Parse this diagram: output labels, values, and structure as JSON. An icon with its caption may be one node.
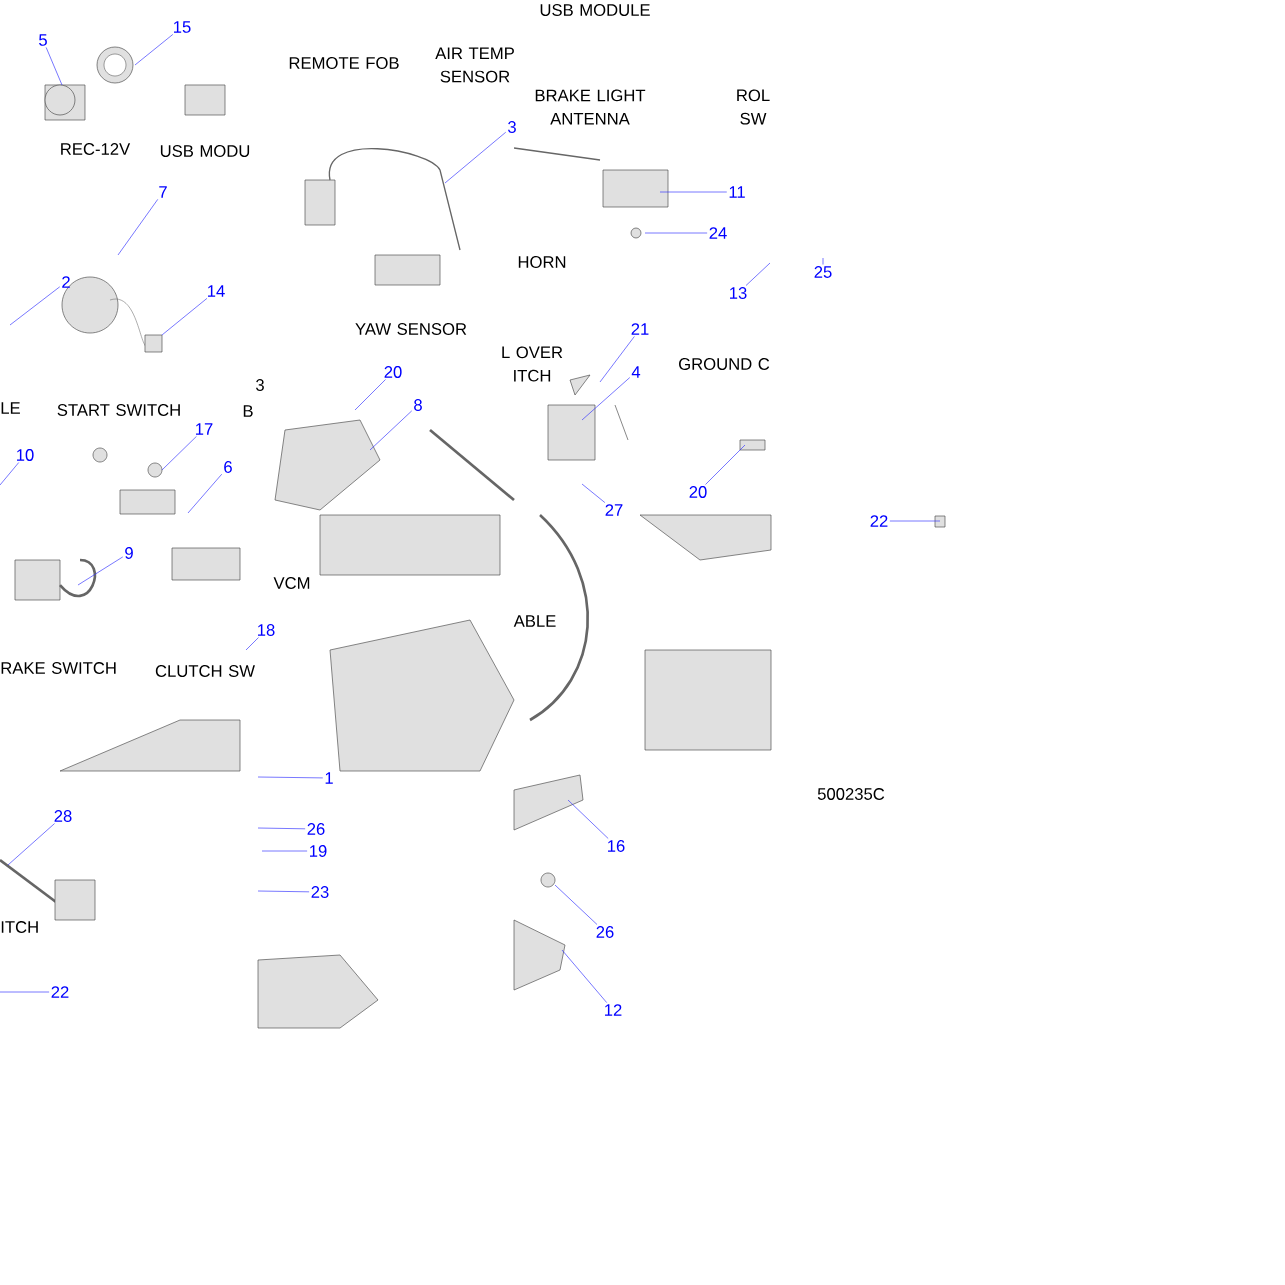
{
  "diagram": {
    "nodes": [
      {
        "text": [
          "5"
        ]
      },
      {
        "text": [
          "15"
        ]
      },
      {
        "text": [
          "3"
        ]
      },
      {
        "text": [
          "7"
        ]
      },
      {
        "text": [
          "11"
        ]
      },
      {
        "text": [
          "24"
        ]
      },
      {
        "text": [
          "13"
        ]
      },
      {
        "text": [
          "25"
        ]
      },
      {
        "text": [
          "2"
        ]
      },
      {
        "text": [
          "14"
        ]
      },
      {
        "text": [
          "21"
        ]
      },
      {
        "text": [
          "4"
        ]
      },
      {
        "text": [
          "20"
        ]
      },
      {
        "text": [
          "8"
        ]
      },
      {
        "text": [
          "20"
        ]
      },
      {
        "text": [
          "17"
        ]
      },
      {
        "text": [
          "10"
        ]
      },
      {
        "text": [
          "6"
        ]
      },
      {
        "text": [
          "27"
        ]
      },
      {
        "text": [
          "22"
        ]
      },
      {
        "text": [
          "9"
        ]
      },
      {
        "text": [
          "18"
        ]
      },
      {
        "text": [
          "1"
        ]
      },
      {
        "text": [
          "28"
        ]
      },
      {
        "text": [
          "26"
        ]
      },
      {
        "text": [
          "19"
        ]
      },
      {
        "text": [
          "16"
        ]
      },
      {
        "text": [
          "23"
        ]
      },
      {
        "text": [
          "26"
        ]
      },
      {
        "text": [
          "22"
        ]
      },
      {
        "text": [
          "12"
        ]
      }
    ],
    "edges": [
      {
        "from": 0,
        "to": null,
        "arrow": "none"
      },
      {
        "from": 1,
        "to": null,
        "arrow": "none"
      },
      {
        "from": 2,
        "to": null,
        "arrow": "none"
      },
      {
        "from": 3,
        "to": null,
        "arrow": "none"
      },
      {
        "from": 4,
        "to": null,
        "arrow": "none"
      },
      {
        "from": 5,
        "to": null,
        "arrow": "none"
      },
      {
        "from": 6,
        "to": null,
        "arrow": "none"
      },
      {
        "from": 7,
        "to": null,
        "arrow": "none"
      },
      {
        "from": 8,
        "to": null,
        "arrow": "none"
      },
      {
        "from": 9,
        "to": null,
        "arrow": "none"
      },
      {
        "from": 10,
        "to": null,
        "arrow": "none"
      },
      {
        "from": 11,
        "to": null,
        "arrow": "none"
      },
      {
        "from": 12,
        "to": null,
        "arrow": "none"
      },
      {
        "from": 13,
        "to": null,
        "arrow": "none"
      },
      {
        "from": 14,
        "to": null,
        "arrow": "none"
      },
      {
        "from": 15,
        "to": null,
        "arrow": "none"
      },
      {
        "from": 16,
        "to": null,
        "arrow": "none"
      },
      {
        "from": 17,
        "to": null,
        "arrow": "none"
      },
      {
        "from": 18,
        "to": null,
        "arrow": "none"
      },
      {
        "from": 19,
        "to": null,
        "arrow": "none"
      },
      {
        "from": 20,
        "to": null,
        "arrow": "none"
      },
      {
        "from": 21,
        "to": null,
        "arrow": "none"
      },
      {
        "from": 22,
        "to": null,
        "arrow": "none"
      },
      {
        "from": 23,
        "to": null,
        "arrow": "none"
      },
      {
        "from": 24,
        "to": null,
        "arrow": "none"
      },
      {
        "from": 25,
        "to": null,
        "arrow": "none"
      },
      {
        "from": 26,
        "to": null,
        "arrow": "none"
      },
      {
        "from": 27,
        "to": null,
        "arrow": "none"
      },
      {
        "from": 28,
        "to": null,
        "arrow": "none"
      },
      {
        "from": 29,
        "to": null,
        "arrow": "none"
      },
      {
        "from": 30,
        "to": null,
        "arrow": "none"
      }
    ],
    "labels": [
      "USB MODULE",
      "REMOTE FOB",
      "AIR TEMP SENSOR",
      "REC-12V",
      "USB MODU",
      "BRAKE LIGHT ANTENNA",
      "ROL SW",
      "HORN",
      "YAW SENSOR",
      "L OVER ITCH",
      "GROUND C",
      "LE",
      "START SWITCH",
      "3",
      "B",
      "VCM",
      "ABLE",
      "RAKE SWITCH",
      "CLUTCH SW",
      "500235C",
      "ITCH"
    ]
  }
}
